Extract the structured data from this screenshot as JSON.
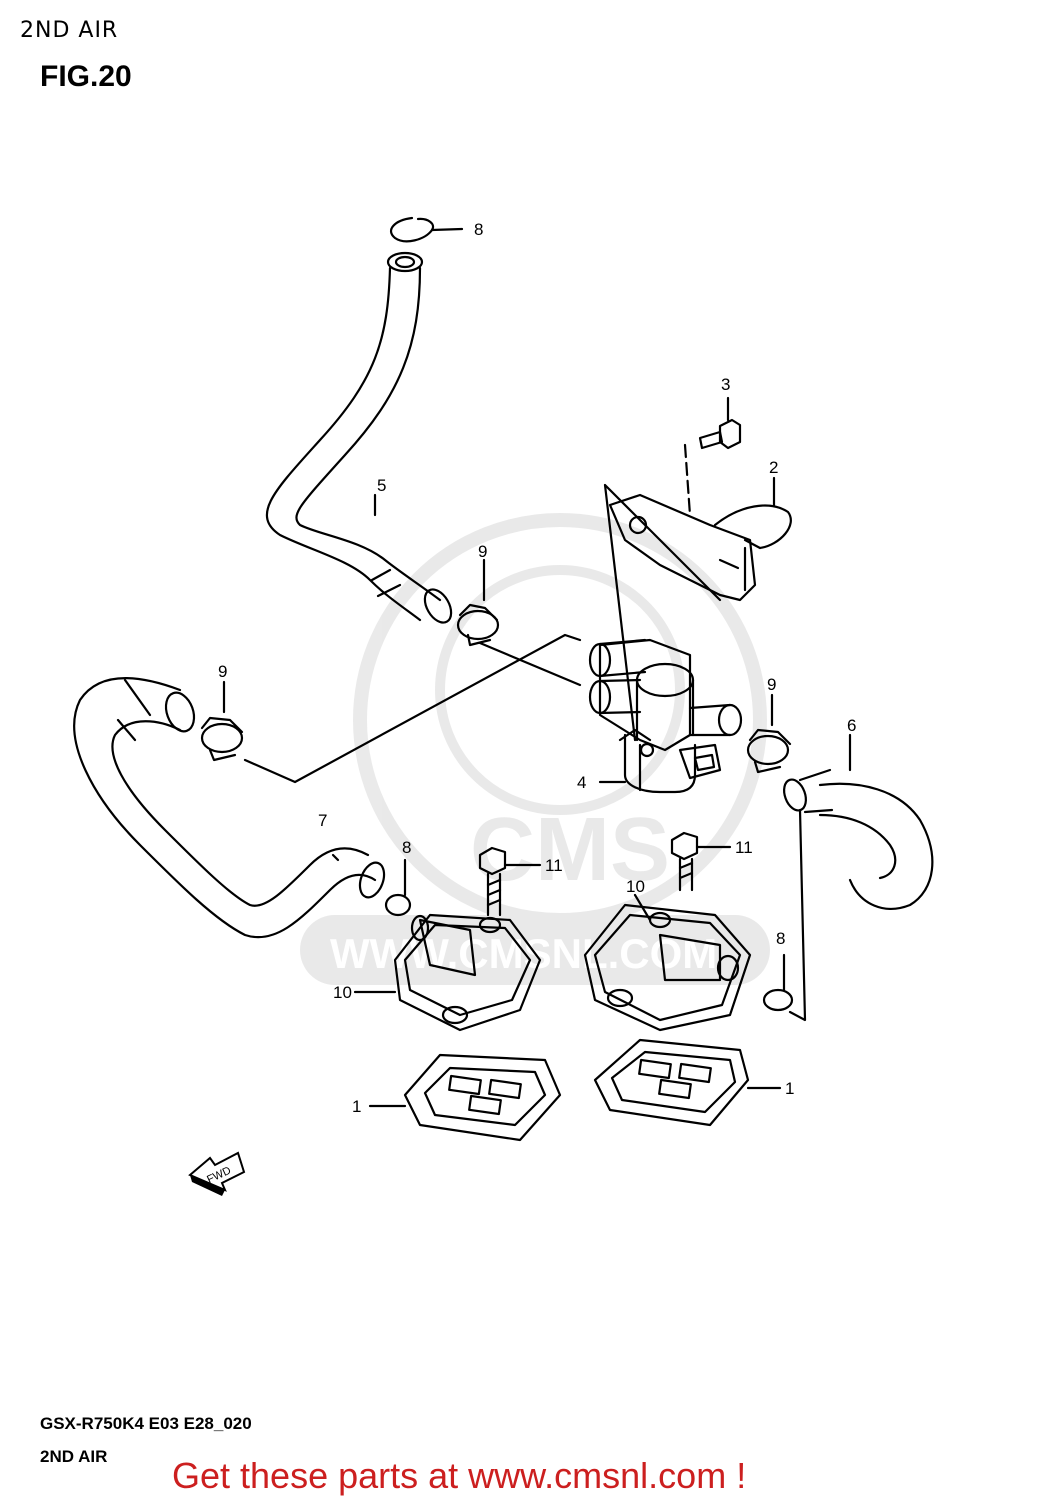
{
  "header": {
    "section_title": "2ND AIR",
    "figure_label": "FIG.20"
  },
  "footer": {
    "model_code": "GSX-R750K4 E03 E28_020",
    "section_name": "2ND AIR"
  },
  "promo": {
    "text": "Get these parts at www.cmsnl.com !",
    "color": "#cc1f1f"
  },
  "watermark": {
    "brand": "CMS",
    "site": "WWW.CMSNL.COM"
  },
  "fwd_arrow": {
    "label": "FWD"
  },
  "callouts": {
    "c8_top": "8",
    "c3": "3",
    "c2": "2",
    "c5": "5",
    "c9_mid": "9",
    "c9_left": "9",
    "c9_right": "9",
    "c6": "6",
    "c4": "4",
    "c7": "7",
    "c8_left": "8",
    "c11_left": "11",
    "c11_right": "11",
    "c10_right": "10",
    "c8_right": "8",
    "c10_left": "10",
    "c1_left": "1",
    "c1_right": "1"
  }
}
